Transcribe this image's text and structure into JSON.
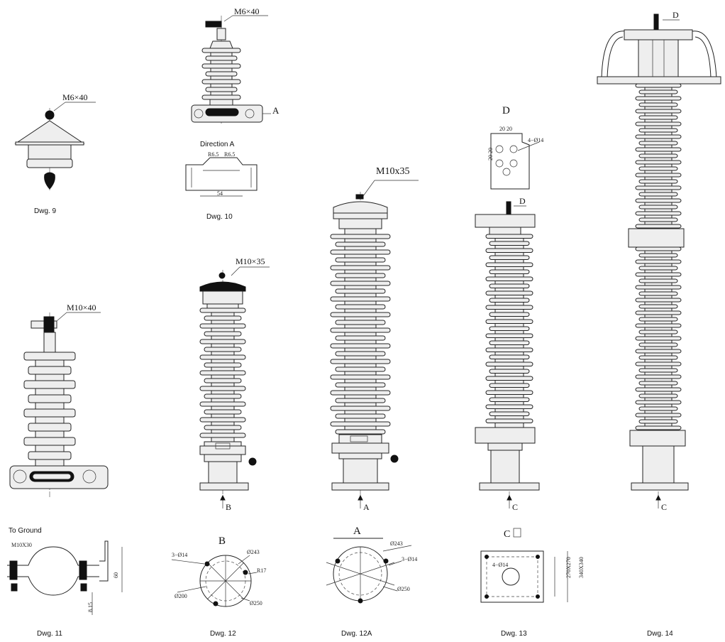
{
  "drawings": {
    "dwg9": {
      "caption": "Dwg. 9",
      "bolt": "M6×40"
    },
    "dwg10": {
      "caption": "Dwg. 10",
      "bolt": "M6×40",
      "view_arrow": "A",
      "direction": "Direction A",
      "dims": {
        "d1": "R6.5",
        "d2": "R6.5",
        "d3": "54"
      }
    },
    "dwg11": {
      "caption": "Dwg. 11",
      "bolt": "M10×40",
      "ground": "To Ground",
      "clamp_bolt": "M10X30",
      "dims": {
        "h": "60",
        "s": "8.15"
      }
    },
    "dwg12": {
      "caption": "Dwg. 12",
      "bolt": "M10×35",
      "view_arrow": "B",
      "view_title": "B",
      "dims": {
        "holes": "3−Ø14",
        "outer": "Ø243",
        "r": "R17",
        "inner": "Ø200",
        "base": "Ø250"
      }
    },
    "dwg12a": {
      "caption": "Dwg. 12A",
      "bolt": "M10x35",
      "view_arrow": "A",
      "view_title": "A",
      "dims": {
        "outer": "Ø243",
        "holes": "3−Ø14",
        "base": "Ø250"
      }
    },
    "dwg13": {
      "caption": "Dwg. 13",
      "view_arrow": "C",
      "view_title": "C",
      "d_title": "D",
      "d_arrow": "D",
      "dims": {
        "d_top": "20 20",
        "d_side": "20 20",
        "d_holes": "4−Ø14",
        "c_hole": "4−Ø14",
        "inner": "270X270",
        "outer": "340X340"
      }
    },
    "dwg14": {
      "caption": "Dwg. 14",
      "view_arrow": "C",
      "d_arrow": "D"
    }
  }
}
